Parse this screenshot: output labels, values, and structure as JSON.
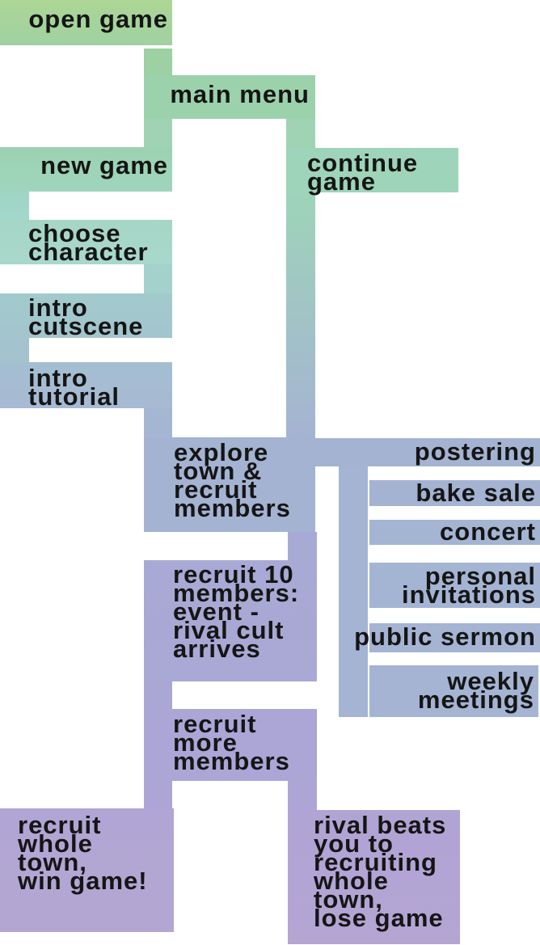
{
  "palette": {
    "green_start": "#abd596",
    "green": "#9bd2ac",
    "teal": "#a6d7c9",
    "blue_teal": "#a2c8cd",
    "blue": "#a6bcd2",
    "slate": "#a4b3d2",
    "lavender": "#a9a9d4",
    "purple": "#b3a5d3",
    "text": "#151515",
    "background": "#ffffff"
  },
  "flow": {
    "open_game": "open game",
    "main_menu": "main menu",
    "new_game": "new game",
    "continue_game": "continue\ngame",
    "choose_character": "choose\ncharacter",
    "intro_cutscene": "intro\ncutscene",
    "intro_tutorial": "intro\ntutorial",
    "explore_town": "explore\ntown &\nrecruit\nmembers",
    "recruit_10": "recruit 10\nmembers:\nevent -\nrival cult\narrives",
    "recruit_more": "recruit\nmore\nmembers",
    "win": "recruit\nwhole\ntown,\nwin game!",
    "lose": "rival beats\nyou to\nrecruiting\nwhole\ntown,\nlose game",
    "recruitment_methods": [
      "postering",
      "bake sale",
      "concert",
      "personal\ninvitations",
      "public sermon",
      "weekly\nmeetings"
    ]
  }
}
